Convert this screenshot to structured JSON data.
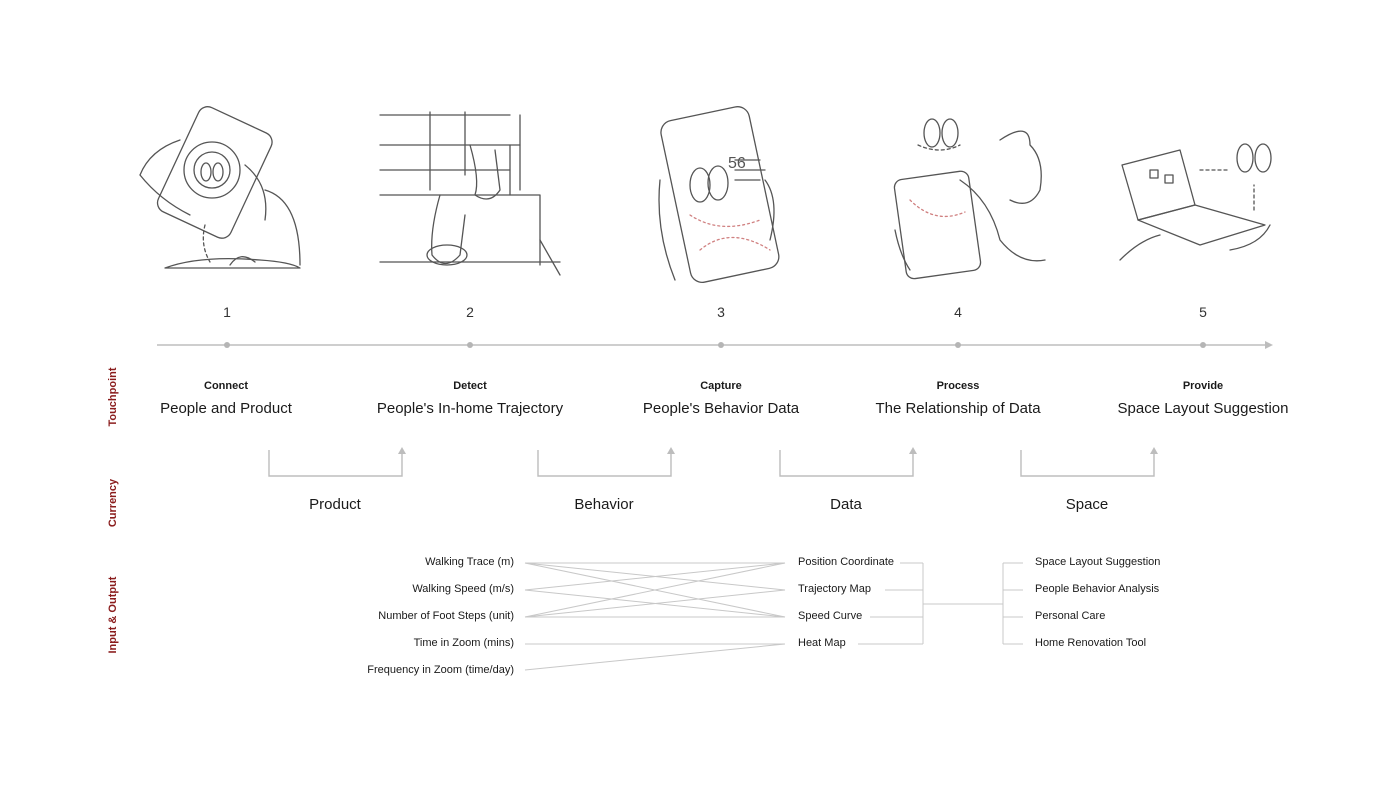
{
  "steps": [
    {
      "number": "1",
      "verb": "Connect",
      "phrase": "People and Product"
    },
    {
      "number": "2",
      "verb": "Detect",
      "phrase": "People's In-home Trajectory"
    },
    {
      "number": "3",
      "verb": "Capture",
      "phrase": "People's Behavior Data"
    },
    {
      "number": "4",
      "verb": "Process",
      "phrase": "The Relationship of Data"
    },
    {
      "number": "5",
      "verb": "Provide",
      "phrase": "Space Layout Suggestion"
    }
  ],
  "rows": {
    "touchpoint": "Touchpoint",
    "currency": "Currency",
    "io": "Input & Output"
  },
  "currency": [
    "Product",
    "Behavior",
    "Data",
    "Space"
  ],
  "inputs": [
    "Walking Trace (m)",
    "Walking Speed (m/s)",
    "Number of Foot Steps (unit)",
    "Time in Zoom (mins)",
    "Frequency in Zoom  (time/day)"
  ],
  "middle": [
    "Position Coordinate",
    "Trajectory Map",
    "Speed Curve",
    "Heat Map"
  ],
  "outputs": [
    "Space Layout Suggestion",
    "People Behavior Analysis",
    "Personal Care",
    "Home Renovation Tool"
  ],
  "illustrations": [
    "hand-phone-slipper-illustration",
    "stairs-slipper-illustration",
    "phone-app-illustration",
    "tablet-process-illustration",
    "laptop-layout-illustration"
  ],
  "colors": {
    "accent": "#8a1c1c",
    "line": "#bdbdbd",
    "sketch": "#555555"
  }
}
